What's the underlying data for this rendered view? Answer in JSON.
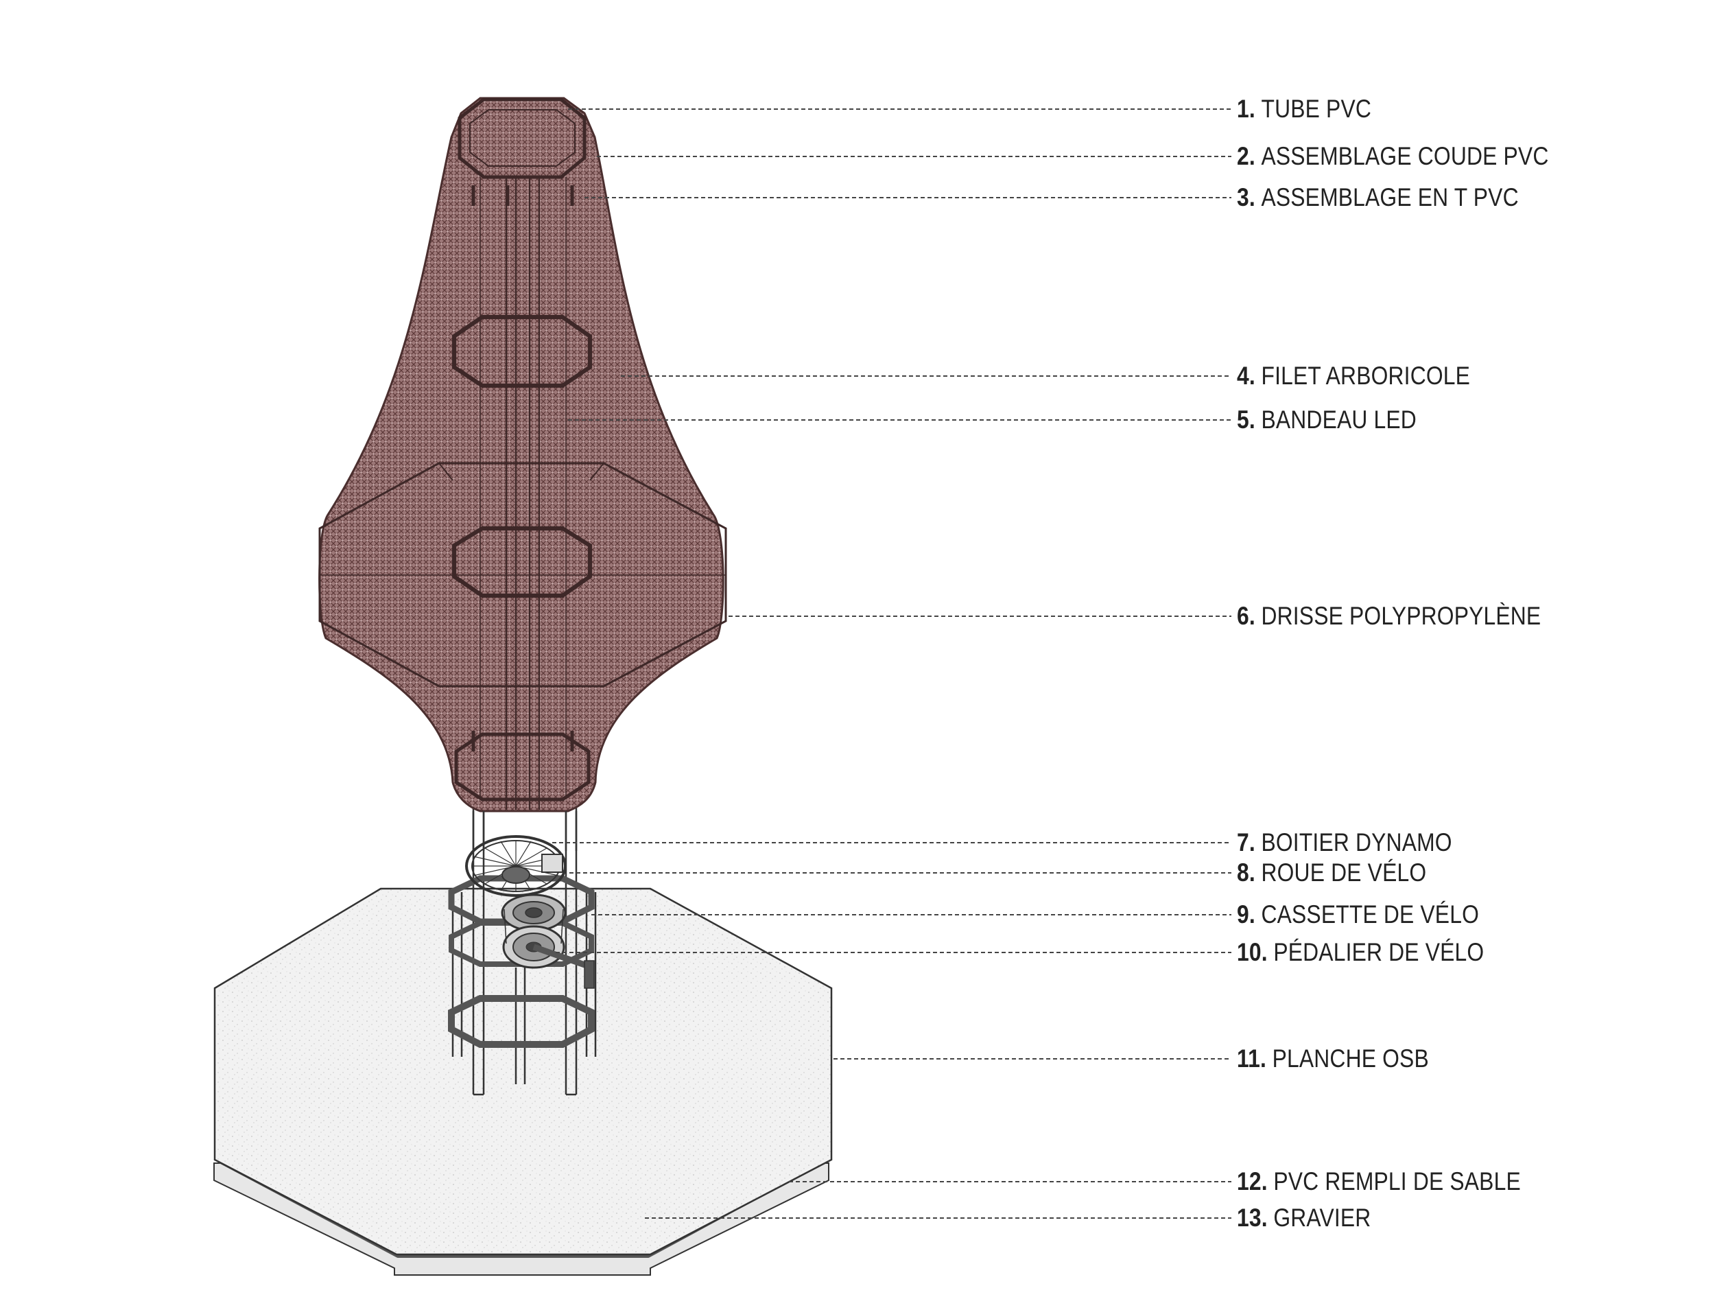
{
  "diagram": {
    "colors": {
      "net_fill": "#9a7272",
      "net_line": "#5e3a3a",
      "line": "#333333",
      "leader": "#444444",
      "osb_fill": "#f2f2f2",
      "label_text": "#222222"
    },
    "labels": [
      {
        "number": "1.",
        "text": "TUBE PVC"
      },
      {
        "number": "2.",
        "text": "ASSEMBLAGE COUDE PVC"
      },
      {
        "number": "3.",
        "text": "ASSEMBLAGE EN T PVC"
      },
      {
        "number": "4.",
        "text": "FILET ARBORICOLE"
      },
      {
        "number": "5.",
        "text": "BANDEAU LED"
      },
      {
        "number": "6.",
        "text": "DRISSE POLYPROPYLÈNE"
      },
      {
        "number": "7.",
        "text": "BOITIER DYNAMO"
      },
      {
        "number": "8.",
        "text": "ROUE DE VÉLO"
      },
      {
        "number": "9.",
        "text": "CASSETTE DE VÉLO"
      },
      {
        "number": "10.",
        "text": "PÉDALIER DE VÉLO"
      },
      {
        "number": "11.",
        "text": "PLANCHE OSB"
      },
      {
        "number": "12.",
        "text": "PVC REMPLI DE SABLE"
      },
      {
        "number": "13.",
        "text": "GRAVIER"
      }
    ]
  }
}
